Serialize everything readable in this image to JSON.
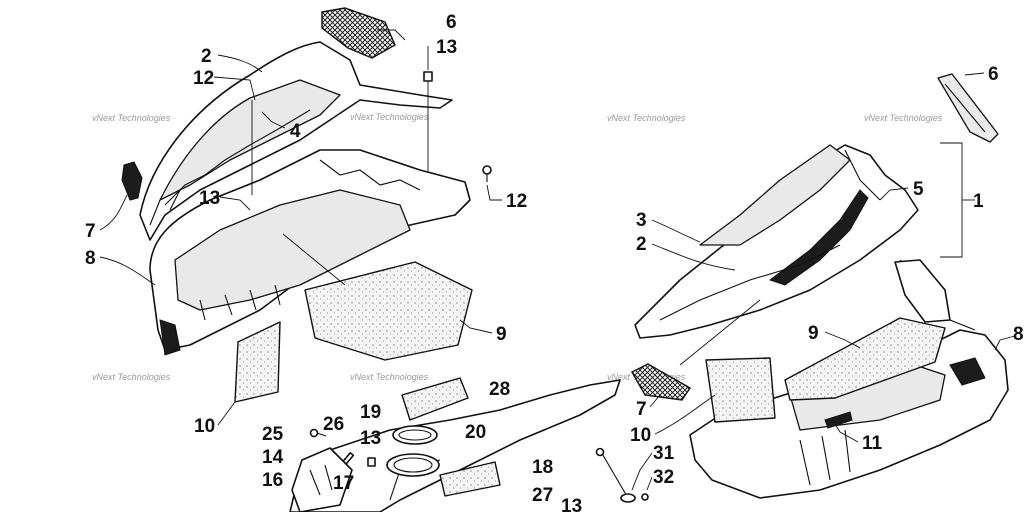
{
  "watermark": "vNext Technologies",
  "callouts_left": {
    "c2": "2",
    "c12a": "12",
    "c6": "6",
    "c13a": "13",
    "c4": "4",
    "c13b": "13",
    "c12b": "12",
    "c7": "7",
    "c8": "8",
    "c9": "9",
    "c10": "10",
    "c28": "28",
    "c19": "19",
    "c26": "26",
    "c20": "20",
    "c25": "25",
    "c13c": "13",
    "c14": "14",
    "c18": "18",
    "c16": "16",
    "c17": "17",
    "c27": "27",
    "c13d": "13"
  },
  "callouts_right": {
    "c6": "6",
    "c5": "5",
    "c1": "1",
    "c3": "3",
    "c2": "2",
    "c9": "9",
    "c8": "8",
    "c7": "7",
    "c10": "10",
    "c11": "11",
    "c31": "31",
    "c32": "32"
  },
  "colors": {
    "line": "#111111",
    "shade": "#e9e9e9",
    "watermark": "#9a9a9a"
  }
}
